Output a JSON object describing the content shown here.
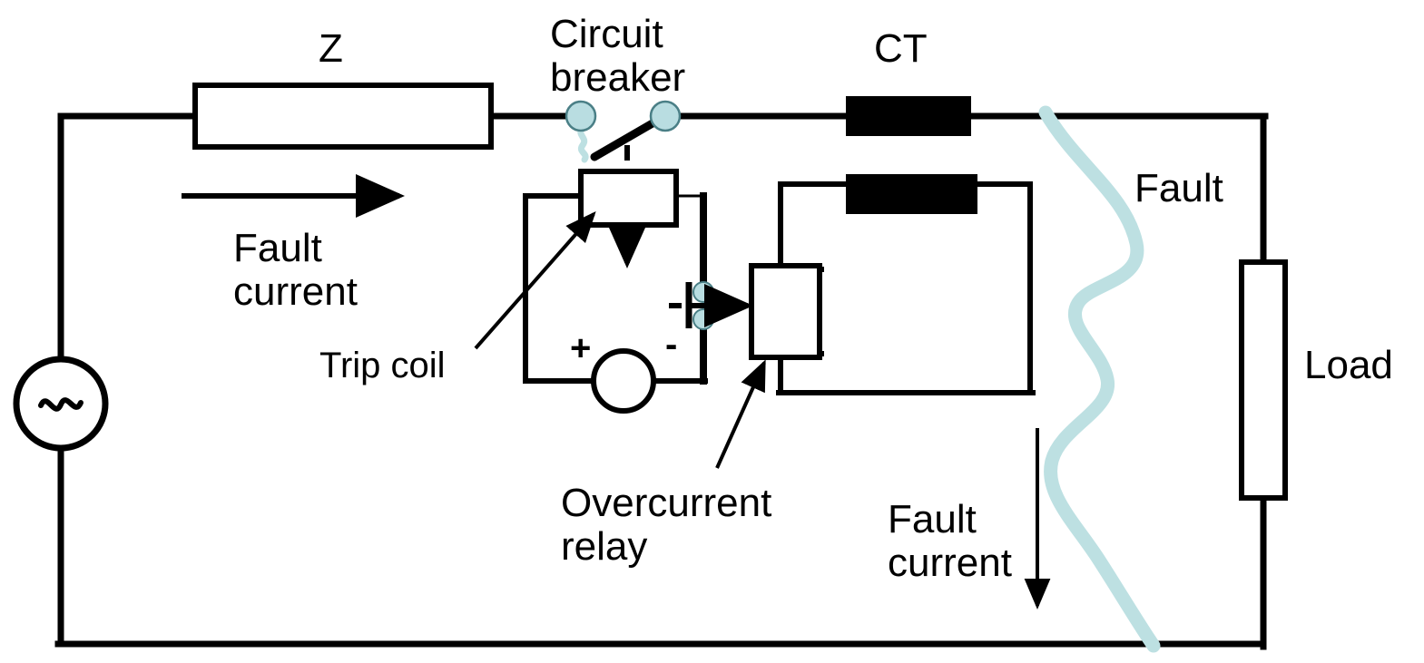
{
  "diagram": {
    "title": "Overcurrent protection scheme with CT, overcurrent relay, trip coil and circuit breaker",
    "colors": {
      "wire": "#000000",
      "fault_arc": "#bde0e2",
      "contact_fill": "#b9dde1",
      "contact_stroke": "#4a7f86",
      "ct_winding": "#000000",
      "background": "#ffffff"
    },
    "labels": {
      "impedance": "Z",
      "circuit_breaker_line1": "Circuit",
      "circuit_breaker_line2": "breaker",
      "ct": "CT",
      "fault": "Fault",
      "load": "Load",
      "fault_current_primary_line1": "Fault",
      "fault_current_primary_line2": "current",
      "fault_current_secondary_line1": "Fault",
      "fault_current_secondary_line2": "current",
      "trip_coil": "Trip coil",
      "overcurrent_relay_line1": "Overcurrent",
      "overcurrent_relay_line2": "relay",
      "dc_positive": "+",
      "dc_negative": "-",
      "ac_source_symbol": "~"
    },
    "components": [
      {
        "name": "ac-source",
        "type": "ac-voltage-source",
        "symbol": "~"
      },
      {
        "name": "series-impedance",
        "type": "impedance-block",
        "label": "Z"
      },
      {
        "name": "circuit-breaker",
        "type": "switch",
        "state": "open",
        "label": "Circuit breaker"
      },
      {
        "name": "current-transformer",
        "type": "current-transformer",
        "label": "CT"
      },
      {
        "name": "fault",
        "type": "arc-fault",
        "label": "Fault"
      },
      {
        "name": "load",
        "type": "load-block",
        "label": "Load"
      },
      {
        "name": "trip-coil",
        "type": "coil",
        "label": "Trip coil"
      },
      {
        "name": "dc-source",
        "type": "dc-voltage-source",
        "polarity": [
          "+",
          "-"
        ]
      },
      {
        "name": "relay-contact",
        "type": "normally-open-contact"
      },
      {
        "name": "overcurrent-relay",
        "type": "relay-block",
        "label": "Overcurrent relay"
      }
    ]
  }
}
